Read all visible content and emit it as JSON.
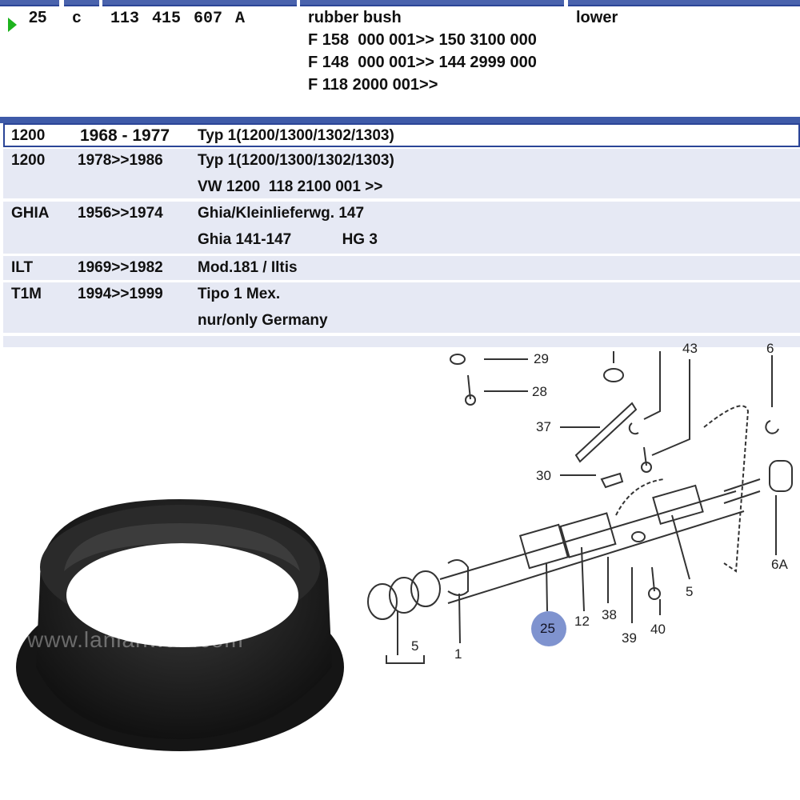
{
  "part_row": {
    "position": "25",
    "variant": "c",
    "part_number": "113 415 607 A",
    "description": "rubber bush",
    "note": "lower",
    "chassis_lines": [
      "F 158  000 001>> 150 3100 000",
      "F 148  000 001>> 144 2999 000",
      "F 118 2000 001>>"
    ]
  },
  "models": [
    {
      "code": "1200",
      "years": "1968 - 1977",
      "lines": [
        "Typ 1(1200/1300/1302/1303)"
      ],
      "selected": true
    },
    {
      "code": "1200",
      "years": "1978>>1986",
      "lines": [
        "Typ 1(1200/1300/1302/1303)",
        "VW 1200  118 2100 001 >>"
      ]
    },
    {
      "code": "GHIA",
      "years": "1956>>1974",
      "lines": [
        "Ghia/Kleinlieferwg. 147",
        "Ghia 141-147            HG 3"
      ]
    },
    {
      "code": "ILT",
      "years": "1969>>1982",
      "lines": [
        "Mod.181 / Iltis"
      ]
    },
    {
      "code": "T1M",
      "years": "1994>>1999",
      "lines": [
        "Tipo 1 Mex.",
        "nur/only Germany"
      ]
    }
  ],
  "diagram": {
    "labels": [
      "29",
      "28",
      "37",
      "30",
      "43",
      "6",
      "6A",
      "5",
      "12",
      "38",
      "39",
      "40",
      "1",
      "5",
      "25"
    ],
    "highlighted": "25",
    "watermark": "www.lanlanwan.com"
  },
  "colors": {
    "header": "#4a63ad",
    "row_bg": "#e6e9f4",
    "selected_border": "#2b4597",
    "callout": "#7f93cf",
    "arrow": "#1db31d"
  }
}
